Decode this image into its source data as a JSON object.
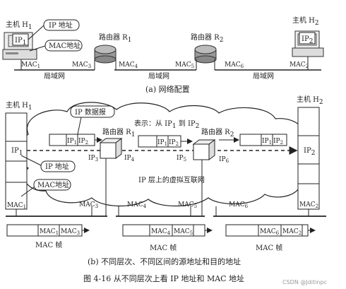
{
  "part_a": {
    "host1": {
      "label": "主机 H",
      "sub": "1",
      "ip_box": "IP",
      "ip_sub": "1"
    },
    "host2": {
      "label": "主机 H",
      "sub": "2",
      "ip_box": "IP",
      "ip_sub": "2"
    },
    "router1": {
      "label": "路由器 R",
      "sub": "1"
    },
    "router2": {
      "label": "路由器 R",
      "sub": "2"
    },
    "callouts": {
      "ip": "IP 地址",
      "mac": "MAC地址"
    },
    "macs": [
      {
        "t": "MAC",
        "s": "1"
      },
      {
        "t": "MAC",
        "s": "3"
      },
      {
        "t": "MAC",
        "s": "4"
      },
      {
        "t": "MAC",
        "s": "5"
      },
      {
        "t": "MAC",
        "s": "6"
      },
      {
        "t": "MAC",
        "s": "2"
      }
    ],
    "lans": [
      "局域网",
      "局域网",
      "局域网"
    ],
    "caption": "(a) 网络配置"
  },
  "part_b": {
    "host1": {
      "label": "主机 H",
      "sub": "1"
    },
    "host2": {
      "label": "主机 H",
      "sub": "2"
    },
    "router1": {
      "label": "路由器 R",
      "sub": "1"
    },
    "router2": {
      "label": "路由器 R",
      "sub": "2"
    },
    "ip_datagram": "IP 数据报",
    "hint": {
      "pre": "表示：从 IP",
      "s1": "1",
      "mid": " 到 IP",
      "s2": "2"
    },
    "ip1": {
      "t": "IP",
      "s": "1"
    },
    "ip2": {
      "t": "IP",
      "s": "2"
    },
    "ip3": {
      "t": "IP",
      "s": "3"
    },
    "ip4": {
      "t": "IP",
      "s": "4"
    },
    "ip5": {
      "t": "IP",
      "s": "5"
    },
    "ip6": {
      "t": "IP",
      "s": "6"
    },
    "ip_addr_callout": "IP 地址",
    "mac_addr_callout": "MAC地址",
    "internet_label": "IP 层上的虚拟互联网",
    "mac_labels": [
      {
        "t": "MAC",
        "s": "1"
      },
      {
        "t": "MAC",
        "s": "3"
      },
      {
        "t": "MAC",
        "s": "4"
      },
      {
        "t": "MAC",
        "s": "5"
      },
      {
        "t": "MAC",
        "s": "6"
      },
      {
        "t": "MAC",
        "s": "2"
      }
    ],
    "frames": [
      {
        "a": "1",
        "b": "3"
      },
      {
        "a": "4",
        "b": "5"
      },
      {
        "a": "6",
        "b": "2"
      }
    ],
    "frame_label": "MAC 帧",
    "caption": "(b) 不同层次、不同区间的源地址和目的地址"
  },
  "figure_caption": "图 4-16   从不同层次上看 IP 地址和 MAC 地址",
  "watermark": "CSDN @Jditinpc"
}
